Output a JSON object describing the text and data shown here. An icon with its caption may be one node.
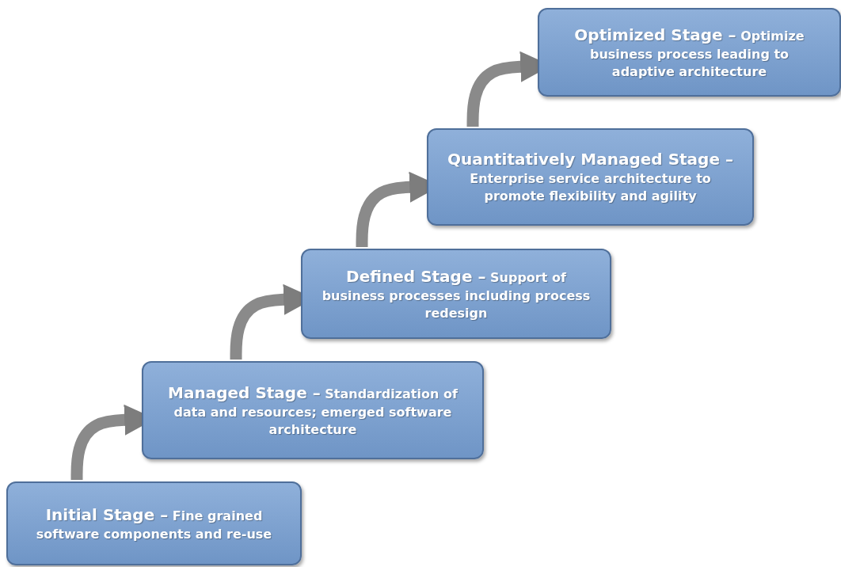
{
  "diagram": {
    "nodes": [
      {
        "text": [
          "Initial Stage –",
          "Fine grained software components and re-use"
        ]
      },
      {
        "text": [
          "Managed Stage –",
          "Standardization of data and resources; emerged software architecture"
        ]
      },
      {
        "text": [
          "Defined Stage –",
          "Support of business processes including process redesign"
        ]
      },
      {
        "text": [
          "Quantitatively Managed Stage –",
          "Enterprise service architecture to promote flexibility and agility"
        ]
      },
      {
        "text": [
          "Optimized Stage –",
          "Optimize business process leading to adaptive architecture"
        ]
      }
    ],
    "edges": [
      {
        "from": 0,
        "to": 1,
        "arrow": "to"
      },
      {
        "from": 1,
        "to": 2,
        "arrow": "to"
      },
      {
        "from": 2,
        "to": 3,
        "arrow": "to"
      },
      {
        "from": 3,
        "to": 4,
        "arrow": "to"
      }
    ]
  }
}
